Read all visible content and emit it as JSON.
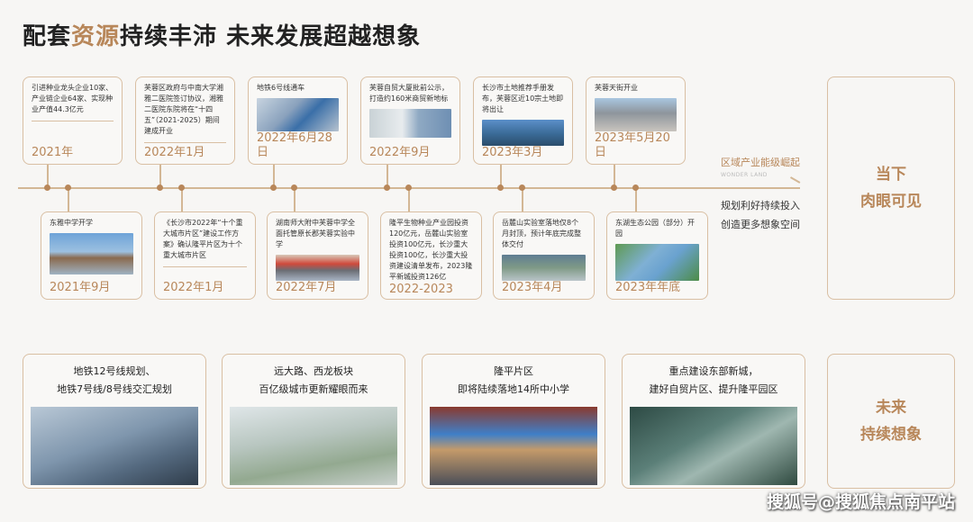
{
  "title": {
    "part1": "配套",
    "accent": "资源",
    "part2": "持续丰沛  未来发展超越想象"
  },
  "top_events": [
    {
      "text": "引进种业龙头企业10家、产业链企业64家、实现种业产值44.3亿元",
      "date": "2021年"
    },
    {
      "text": "芙蓉区政府与中南大学湘雅二医院签订协议，湘雅二医院东院将在“十四五”（2021-2025）期间建成开业",
      "date": "2022年1月"
    },
    {
      "text": "地铁6号线通车",
      "date": "2022年6月28日"
    },
    {
      "text": "芙蓉自贸大厦批前公示，打造约160米商贸新地标",
      "date": "2022年9月"
    },
    {
      "text": "长沙市土地推荐手册发布，芙蓉区近10宗土地即将出让",
      "date": "2023年3月"
    },
    {
      "text": "芙蓉天街开业",
      "date": "2023年5月20日"
    }
  ],
  "bottom_events": [
    {
      "text": "东雅中学开学",
      "date": "2021年9月"
    },
    {
      "text": "《长沙市2022年“十个重大城市片区”建设工作方案》确认隆平片区为十个重大城市片区",
      "date": "2022年1月"
    },
    {
      "text": "湖南师大附中芙蓉中学全面托管原长郡芙蓉实验中学",
      "date": "2022年7月"
    },
    {
      "text": "隆平生物种业产业园投资120亿元，岳麓山实验室投资100亿元，长沙重大投资100亿，长沙重大投资建设清单发布，2023隆平新城投资126亿",
      "date": "2022-2023"
    },
    {
      "text": "岳麓山实验室落地仅8个月封顶，预计年底完成整体交付",
      "date": "2023年4月"
    },
    {
      "text": "东湖生态公园（部分）开园",
      "date": "2023年年底"
    }
  ],
  "side_text": {
    "heading": "区域产业能级崛起",
    "sub": "WONDER LAND",
    "line1": "规划利好持续投入",
    "line2": "创造更多想象空间"
  },
  "now_box": {
    "line1": "当下",
    "line2": "肉眼可见"
  },
  "future_box": {
    "line1": "未来",
    "line2": "持续想象"
  },
  "future_cards": [
    {
      "line1": "地铁12号线规划、",
      "line2": "地铁7号线/8号线交汇规划"
    },
    {
      "line1": "远大路、西龙板块",
      "line2": "百亿级城市更新耀眼而来"
    },
    {
      "line1": "隆平片区",
      "line2": "即将陆续落地14所中小学"
    },
    {
      "line1": "重点建设东部新城，",
      "line2": "建好自贸片区、提升隆平园区"
    }
  ],
  "watermark": "搜狐号@搜狐焦点南平站",
  "colors": {
    "accent": "#b8875a",
    "border": "#d9bfa3"
  }
}
